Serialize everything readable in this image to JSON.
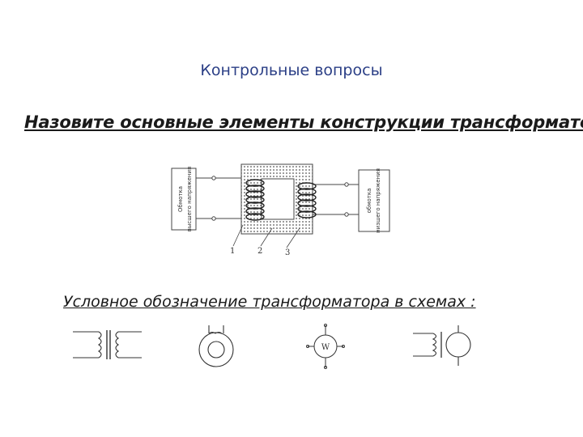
{
  "slide": {
    "title": "Контрольные вопросы",
    "question": "Назовите основные элементы конструкции трансформатора",
    "symbols_heading": "Условное обозначение трансформатора в схемах :"
  },
  "figure": {
    "left_box_text": [
      "Обмотка",
      "высшего напряжения"
    ],
    "right_box_text": [
      "обмотка",
      "низшего напряжения"
    ],
    "labels": [
      "1",
      "2",
      "3"
    ]
  },
  "symbols": {
    "wattmeter_letter": "W"
  }
}
